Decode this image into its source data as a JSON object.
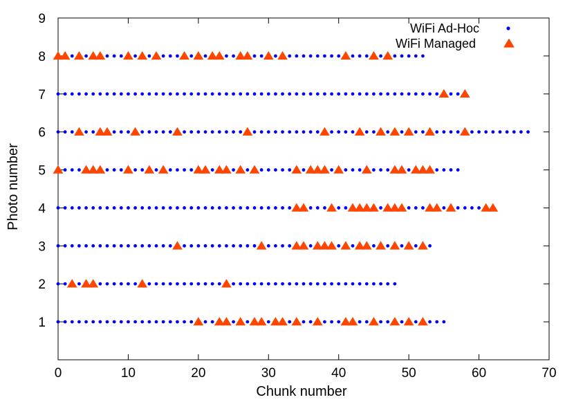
{
  "chart_data": {
    "type": "scatter",
    "title": "",
    "xlabel": "Chunk number",
    "ylabel": "Photo number",
    "xlim": [
      0,
      70
    ],
    "ylim": [
      0,
      9
    ],
    "xticks": [
      0,
      10,
      20,
      30,
      40,
      50,
      60,
      70
    ],
    "yticks": [
      1,
      2,
      3,
      4,
      5,
      6,
      7,
      8,
      9
    ],
    "grid": false,
    "legend_position": "top-right",
    "series": [
      {
        "name": "WiFi Ad-Hoc",
        "marker": "dot",
        "color": "#0000ff",
        "rows": [
          {
            "photo": 1,
            "chunks_from": 0,
            "chunks_to": 55
          },
          {
            "photo": 2,
            "chunks_from": 0,
            "chunks_to": 48
          },
          {
            "photo": 3,
            "chunks_from": 0,
            "chunks_to": 53
          },
          {
            "photo": 4,
            "chunks_from": 0,
            "chunks_to": 62
          },
          {
            "photo": 5,
            "chunks_from": 0,
            "chunks_to": 57
          },
          {
            "photo": 6,
            "chunks_from": 0,
            "chunks_to": 67
          },
          {
            "photo": 7,
            "chunks_from": 0,
            "chunks_to": 57
          },
          {
            "photo": 8,
            "chunks_from": 0,
            "chunks_to": 52
          }
        ]
      },
      {
        "name": "WiFi Managed",
        "marker": "triangle",
        "color": "#ff4500",
        "rows": [
          {
            "photo": 1,
            "chunks": [
              20,
              23,
              24,
              26,
              28,
              29,
              31,
              32,
              34,
              37,
              41,
              42,
              45,
              48,
              50,
              52
            ]
          },
          {
            "photo": 2,
            "chunks": [
              2,
              4,
              5,
              12,
              24
            ]
          },
          {
            "photo": 3,
            "chunks": [
              17,
              29,
              34,
              35,
              37,
              38,
              39,
              41,
              43,
              44,
              46,
              48,
              50,
              52
            ]
          },
          {
            "photo": 4,
            "chunks": [
              34,
              35,
              39,
              42,
              43,
              44,
              45,
              47,
              48,
              49,
              53,
              54,
              56,
              61,
              62
            ]
          },
          {
            "photo": 5,
            "chunks": [
              0,
              4,
              5,
              6,
              10,
              13,
              15,
              20,
              21,
              23,
              24,
              26,
              28,
              34,
              36,
              37,
              38,
              40,
              44,
              48,
              49,
              51,
              52,
              53
            ]
          },
          {
            "photo": 6,
            "chunks": [
              3,
              6,
              7,
              11,
              17,
              27,
              38,
              43,
              46,
              48,
              50,
              53,
              58
            ]
          },
          {
            "photo": 7,
            "chunks": [
              55,
              58
            ]
          },
          {
            "photo": 8,
            "chunks": [
              0,
              1,
              3,
              5,
              6,
              10,
              12,
              14,
              18,
              20,
              22,
              23,
              26,
              27,
              30,
              32,
              41,
              45,
              47
            ]
          }
        ]
      }
    ]
  }
}
